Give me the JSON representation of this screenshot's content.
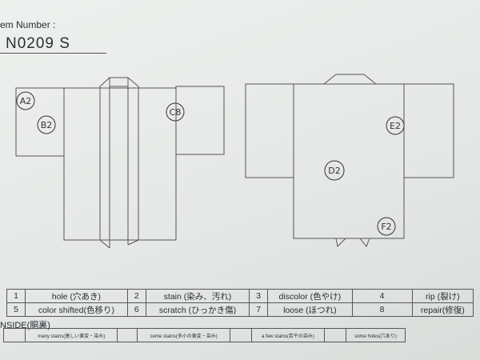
{
  "header": {
    "item_number_label": "em Number :",
    "item_number": "N0209   S"
  },
  "front_marks": [
    "A2",
    "B2",
    "C8"
  ],
  "back_marks": [
    "E2",
    "D2",
    "F2"
  ],
  "legend": [
    [
      {
        "n": "1",
        "t": "hole (穴あき)"
      },
      {
        "n": "2",
        "t": "stain (染み、汚れ)"
      },
      {
        "n": "3",
        "t": "discolor (色やけ)"
      },
      {
        "n": "4",
        "t": "rip (裂け)"
      }
    ],
    [
      {
        "n": "5",
        "t": "color shifted(色移り)"
      },
      {
        "n": "6",
        "t": "scratch (ひっかき傷)"
      },
      {
        "n": "7",
        "t": "loose (ほつれ)"
      },
      {
        "n": "8",
        "t": "repair(修復)"
      }
    ]
  ],
  "inside": {
    "title": "NSIDE(胴裏)",
    "options": [
      "many stains(激しい黄変・染み)",
      "some stains(多小の黄変・染み)",
      "a few stains(若干の染み)",
      "some holes(穴あり)"
    ]
  }
}
